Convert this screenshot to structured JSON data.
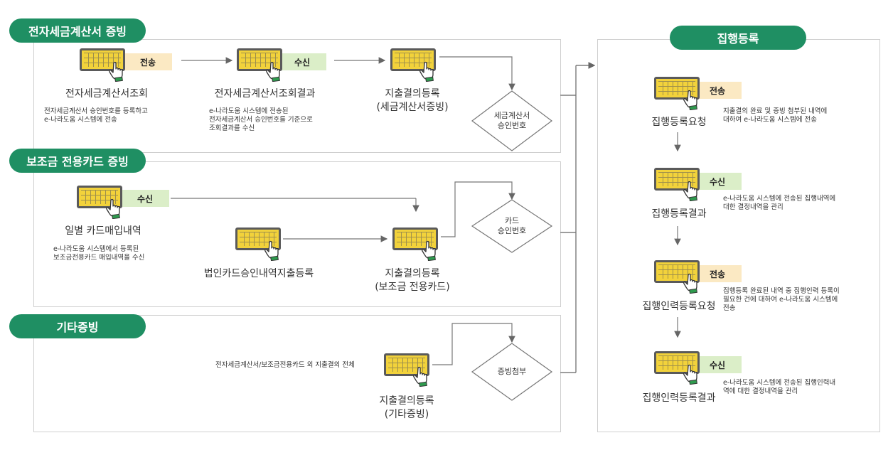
{
  "sections": {
    "etax": {
      "label": "전자세금계산서 증빙"
    },
    "card": {
      "label": "보조금 전용카드 증빙"
    },
    "other": {
      "label": "기타증빙"
    },
    "exec": {
      "label": "집행등록"
    }
  },
  "tags": {
    "send": "전송",
    "recv": "수신"
  },
  "etax": {
    "step1_title": "전자세금계산서조회",
    "step1_desc": "전자세금계산서 승인번호를 등록하고\ne-나라도움 시스템에 전송",
    "step2_title": "전자세금계산서조회결과",
    "step2_desc": "e-나라도움 시스템에 전송된\n전자세금계산서 승인번호를 기준으로\n조회결과를 수신",
    "step3_title_l1": "지출결의등록",
    "step3_title_l2": "(세금계산서증빙)",
    "diamond": "세금계산서\n승인번호"
  },
  "card": {
    "step1_title": "일별 카드매입내역",
    "step1_desc": "e-나라도움 시스템에서 등록된\n보조금전용카드 매입내역을 수신",
    "step2_title": "법인카드승인내역지출등록",
    "step3_title_l1": "지출결의등록",
    "step3_title_l2": "(보조금 전용카드)",
    "diamond": "카드\n승인번호"
  },
  "other": {
    "desc": "전자세금계산서/보조금전용카드 외 지출결의 전체",
    "step_title_l1": "지출결의등록",
    "step_title_l2": "(기타증빙)",
    "diamond": "증빙첨부"
  },
  "exec": {
    "s1_title": "집행등록요청",
    "s1_desc": "지출결의 완료 및 증빙 첨부된 내역에\n대하여 e-나라도움 시스템에 전송",
    "s2_title": "집행등록결과",
    "s2_desc": "e-나라도움 시스템에 전송된 집행내역에\n대한 결정내역을 관리",
    "s3_title": "집행인력등록요청",
    "s3_desc": "집행등록 완료된 내역 중 집행인력 등록이\n필요한 건에 대하여 e-나라도움 시스템에\n전송",
    "s4_title": "집행인력등록결과",
    "s4_desc": "e-나라도움 시스템에 전송된 집행인력내\n역에 대한 결정내역을 관리"
  },
  "colors": {
    "accent": "#1f8f63",
    "send_tag": "#fbe9c3",
    "recv_tag": "#dbeec8",
    "keyboard": "#f2d23b"
  }
}
